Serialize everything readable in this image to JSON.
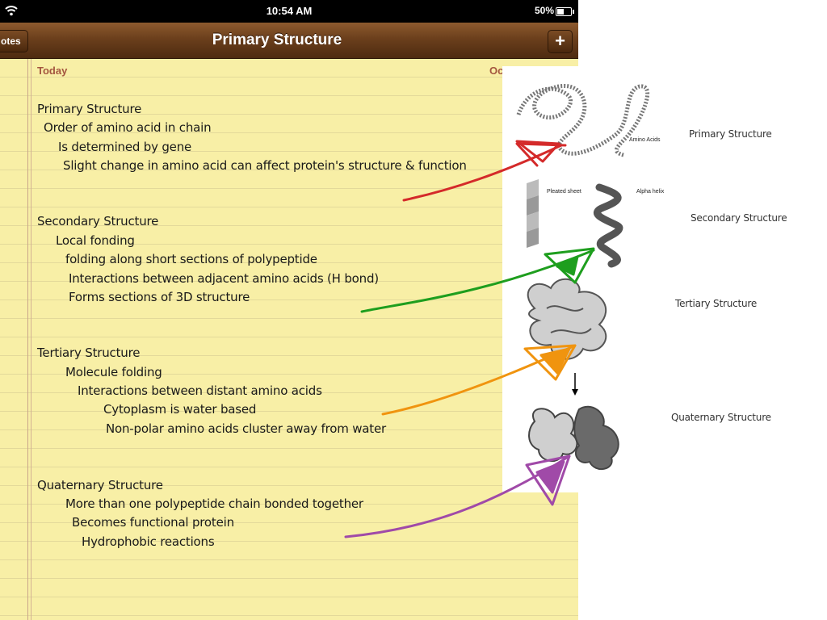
{
  "status_bar": {
    "time": "10:54 AM",
    "battery": "50%"
  },
  "nav_bar": {
    "back_label": "otes",
    "title": "Primary Structure",
    "add_label": "+"
  },
  "note": {
    "date_label": "Today",
    "date_right": "Oc",
    "lines": [
      "Primary Structure",
      "Order of amino acid in chain",
      "Is determined  by gene",
      "Slight change in amino acid can affect protein's structure & function",
      "Secondary Structure",
      "Local fonding",
      "folding along short sections of polypeptide",
      "Interactions between adjacent amino acids  (H bond)",
      "Forms sections of 3D structure",
      "Tertiary Structure",
      "Molecule folding",
      "Interactions between distant amino acids",
      "Cytoplasm is water based",
      "Non-polar amino acids cluster away from water",
      "Quaternary Structure",
      "More than one polypeptide chain bonded together",
      "Becomes functional protein",
      "Hydrophobic reactions"
    ]
  },
  "diagram": {
    "labels": {
      "primary": "Primary Structure",
      "secondary": "Secondary Structure",
      "tertiary": "Tertiary Structure",
      "quaternary": "Quaternary Structure",
      "amino_acids": "Amino Acids",
      "pleated_sheet": "Pleated sheet",
      "alpha_helix": "Alpha helix"
    }
  },
  "annotation_colors": {
    "primary": "#d42a2a",
    "secondary": "#1e9e1e",
    "tertiary": "#f0940f",
    "quaternary": "#a04aa8"
  }
}
